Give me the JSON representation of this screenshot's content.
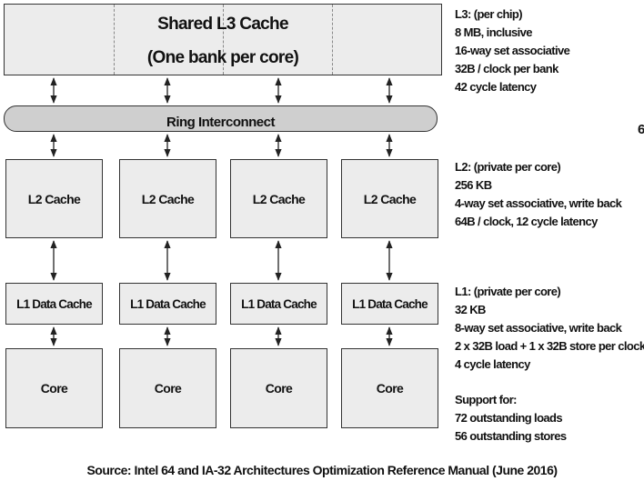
{
  "l3": {
    "line1": "Shared L3 Cache",
    "line2": "(One bank per core)"
  },
  "ring": {
    "label": "Ring Interconnect"
  },
  "cores": [
    {
      "l2": "L2 Cache",
      "l1": "L1 Data Cache",
      "core": "Core"
    },
    {
      "l2": "L2 Cache",
      "l1": "L1 Data Cache",
      "core": "Core"
    },
    {
      "l2": "L2 Cache",
      "l1": "L1 Data Cache",
      "core": "Core"
    },
    {
      "l2": "L2 Cache",
      "l1": "L1 Data Cache",
      "core": "Core"
    }
  ],
  "specs": {
    "l3": [
      "L3: (per chip)",
      "8 MB, inclusive",
      "16-way set associative",
      "32B / clock per bank",
      "42 cycle latency"
    ],
    "l2": [
      "L2: (private per core)",
      "256  KB",
      "4-way set associative, write back",
      "64B / clock, 12 cycle latency"
    ],
    "l1": [
      "L1: (private per core)",
      "32 KB",
      "8-way set associative, write back",
      "2 x 32B load + 1 x 32B store per clock",
      "4 cycle latency"
    ],
    "support": [
      "Support for:",
      "72 outstanding loads",
      "56 outstanding stores"
    ]
  },
  "edge_fragment": "6",
  "source": "Source: Intel 64 and IA-32 Architectures Optimization Reference Manual (June 2016)"
}
